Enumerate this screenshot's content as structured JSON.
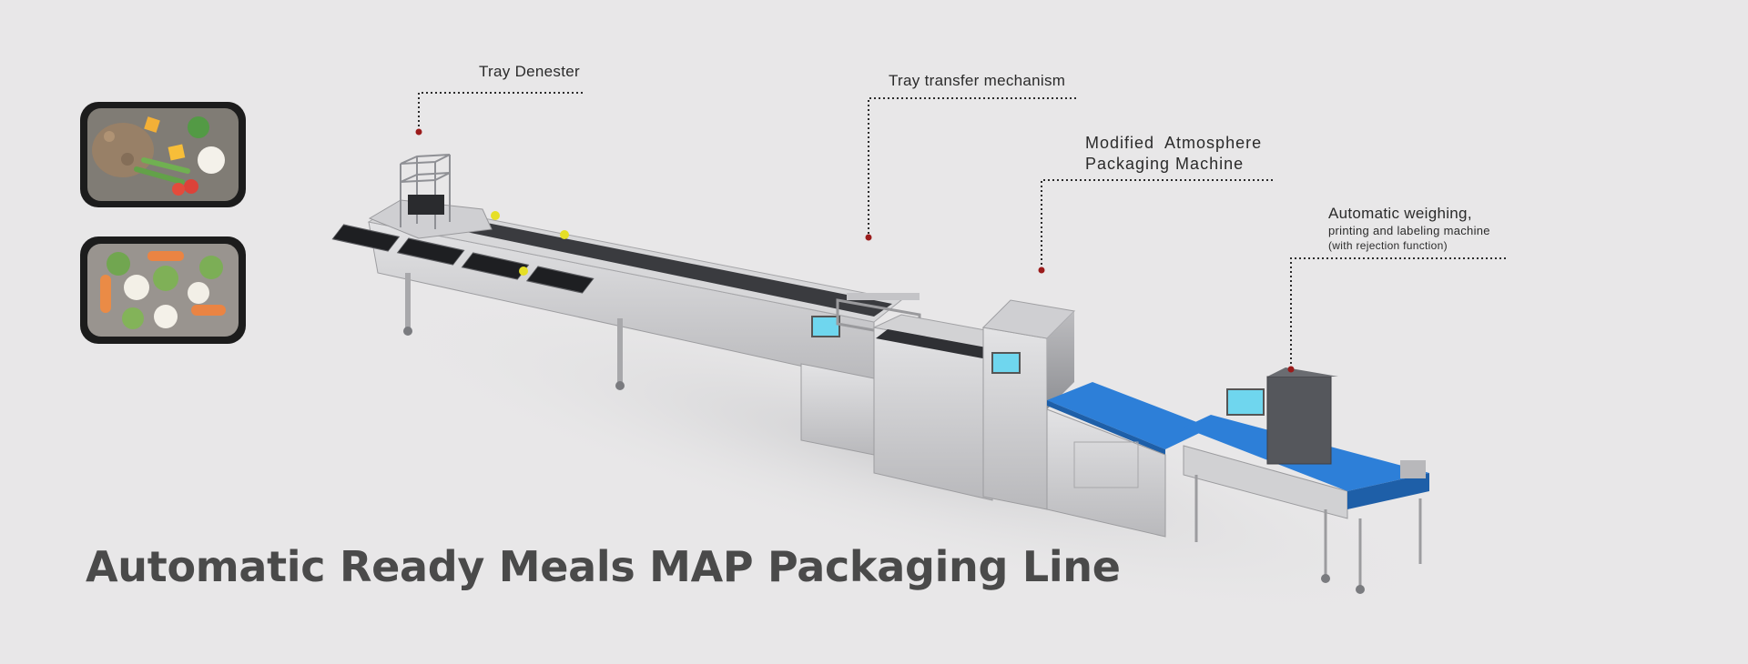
{
  "headline": "Automatic Ready Meals MAP Packaging Line",
  "callouts": {
    "tray_denester": "Tray Denester",
    "tray_transfer": "Tray transfer mechanism",
    "map_machine_line1": "Modified  Atmosphere",
    "map_machine_line2": "Packaging Machine",
    "weighing_line1": "Automatic weighing,",
    "weighing_line2": "printing and labeling machine",
    "weighing_line3": "(with rejection function)"
  },
  "colors": {
    "background": "#e8e7e8",
    "steel": "#c9c9cb",
    "conveyor_blue": "#2d7fd8",
    "screen_cyan": "#6fd6ee",
    "leader_dot": "#9b1b1b"
  },
  "icons": [
    "meal-tray-icon",
    "vegetable-tray-icon"
  ]
}
